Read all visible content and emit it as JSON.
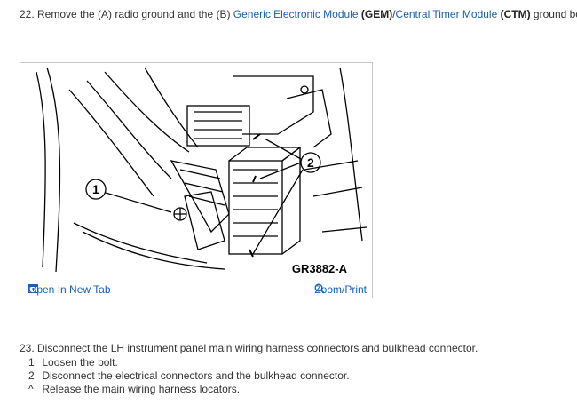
{
  "step22": {
    "prefix": "22. Remove the (A) radio ground and the (B) ",
    "link1": "Generic Electronic Module",
    "abbr1": "(GEM)",
    "slash": "/",
    "link2": "Central Timer Module",
    "abbr2": "(CTM)",
    "suffix": " ground bolts."
  },
  "figure": {
    "id": "GR3882-A",
    "callout1": "1",
    "callout2": "2",
    "open_tab_label": "Open In New Tab",
    "zoom_label": "Zoom/Print"
  },
  "step23": {
    "title": "23. Disconnect the LH instrument panel main wiring harness connectors and bulkhead connector.",
    "items": [
      {
        "marker": "1",
        "text": "Loosen the bolt."
      },
      {
        "marker": "2",
        "text": "Disconnect the electrical connectors and the bulkhead connector."
      },
      {
        "marker": "^",
        "text": "Release the main wiring harness locators."
      }
    ]
  },
  "colors": {
    "link": "#1a5fb4",
    "text": "#333333",
    "border": "#c8c8c8"
  }
}
